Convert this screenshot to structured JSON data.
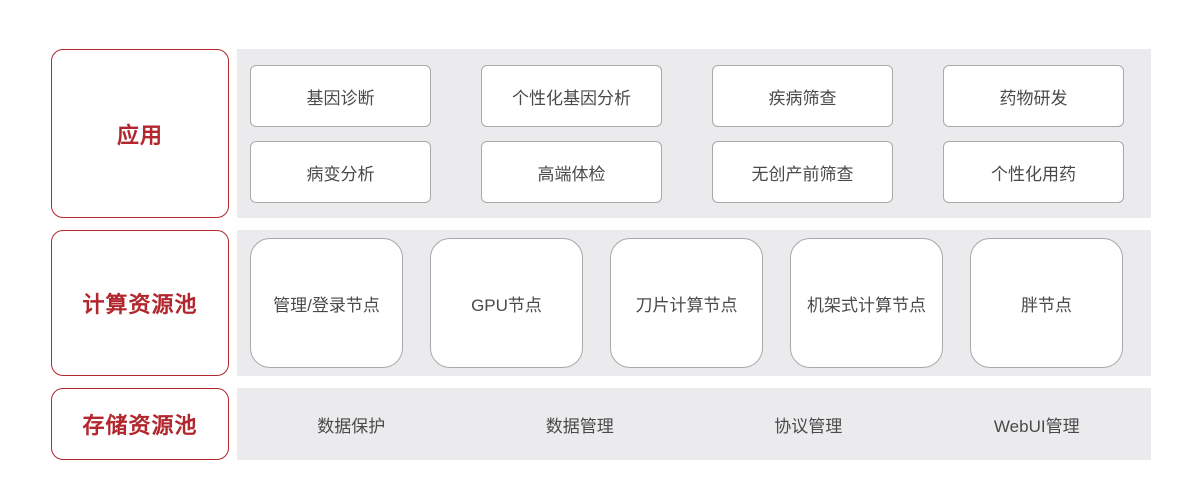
{
  "colors": {
    "accent_red": "#b1272d",
    "panel_gray": "#ebebed",
    "box_border": "#a9a9a9",
    "box_text": "#4a4a4a",
    "box_background": "#ffffff"
  },
  "app_layer": {
    "label": "应用",
    "row1": [
      "基因诊断",
      "个性化基因分析",
      "疾病筛查",
      "药物研发"
    ],
    "row2": [
      "病变分析",
      "高端体检",
      "无创产前筛查",
      "个性化用药"
    ]
  },
  "compute_layer": {
    "label": "计算资源池",
    "nodes": [
      "管理/登录节点",
      "GPU节点",
      "刀片计算节点",
      "机架式计算节点",
      "胖节点"
    ]
  },
  "storage_layer": {
    "label": "存储资源池",
    "items": [
      "数据保护",
      "数据管理",
      "协议管理",
      "WebUI管理"
    ]
  }
}
